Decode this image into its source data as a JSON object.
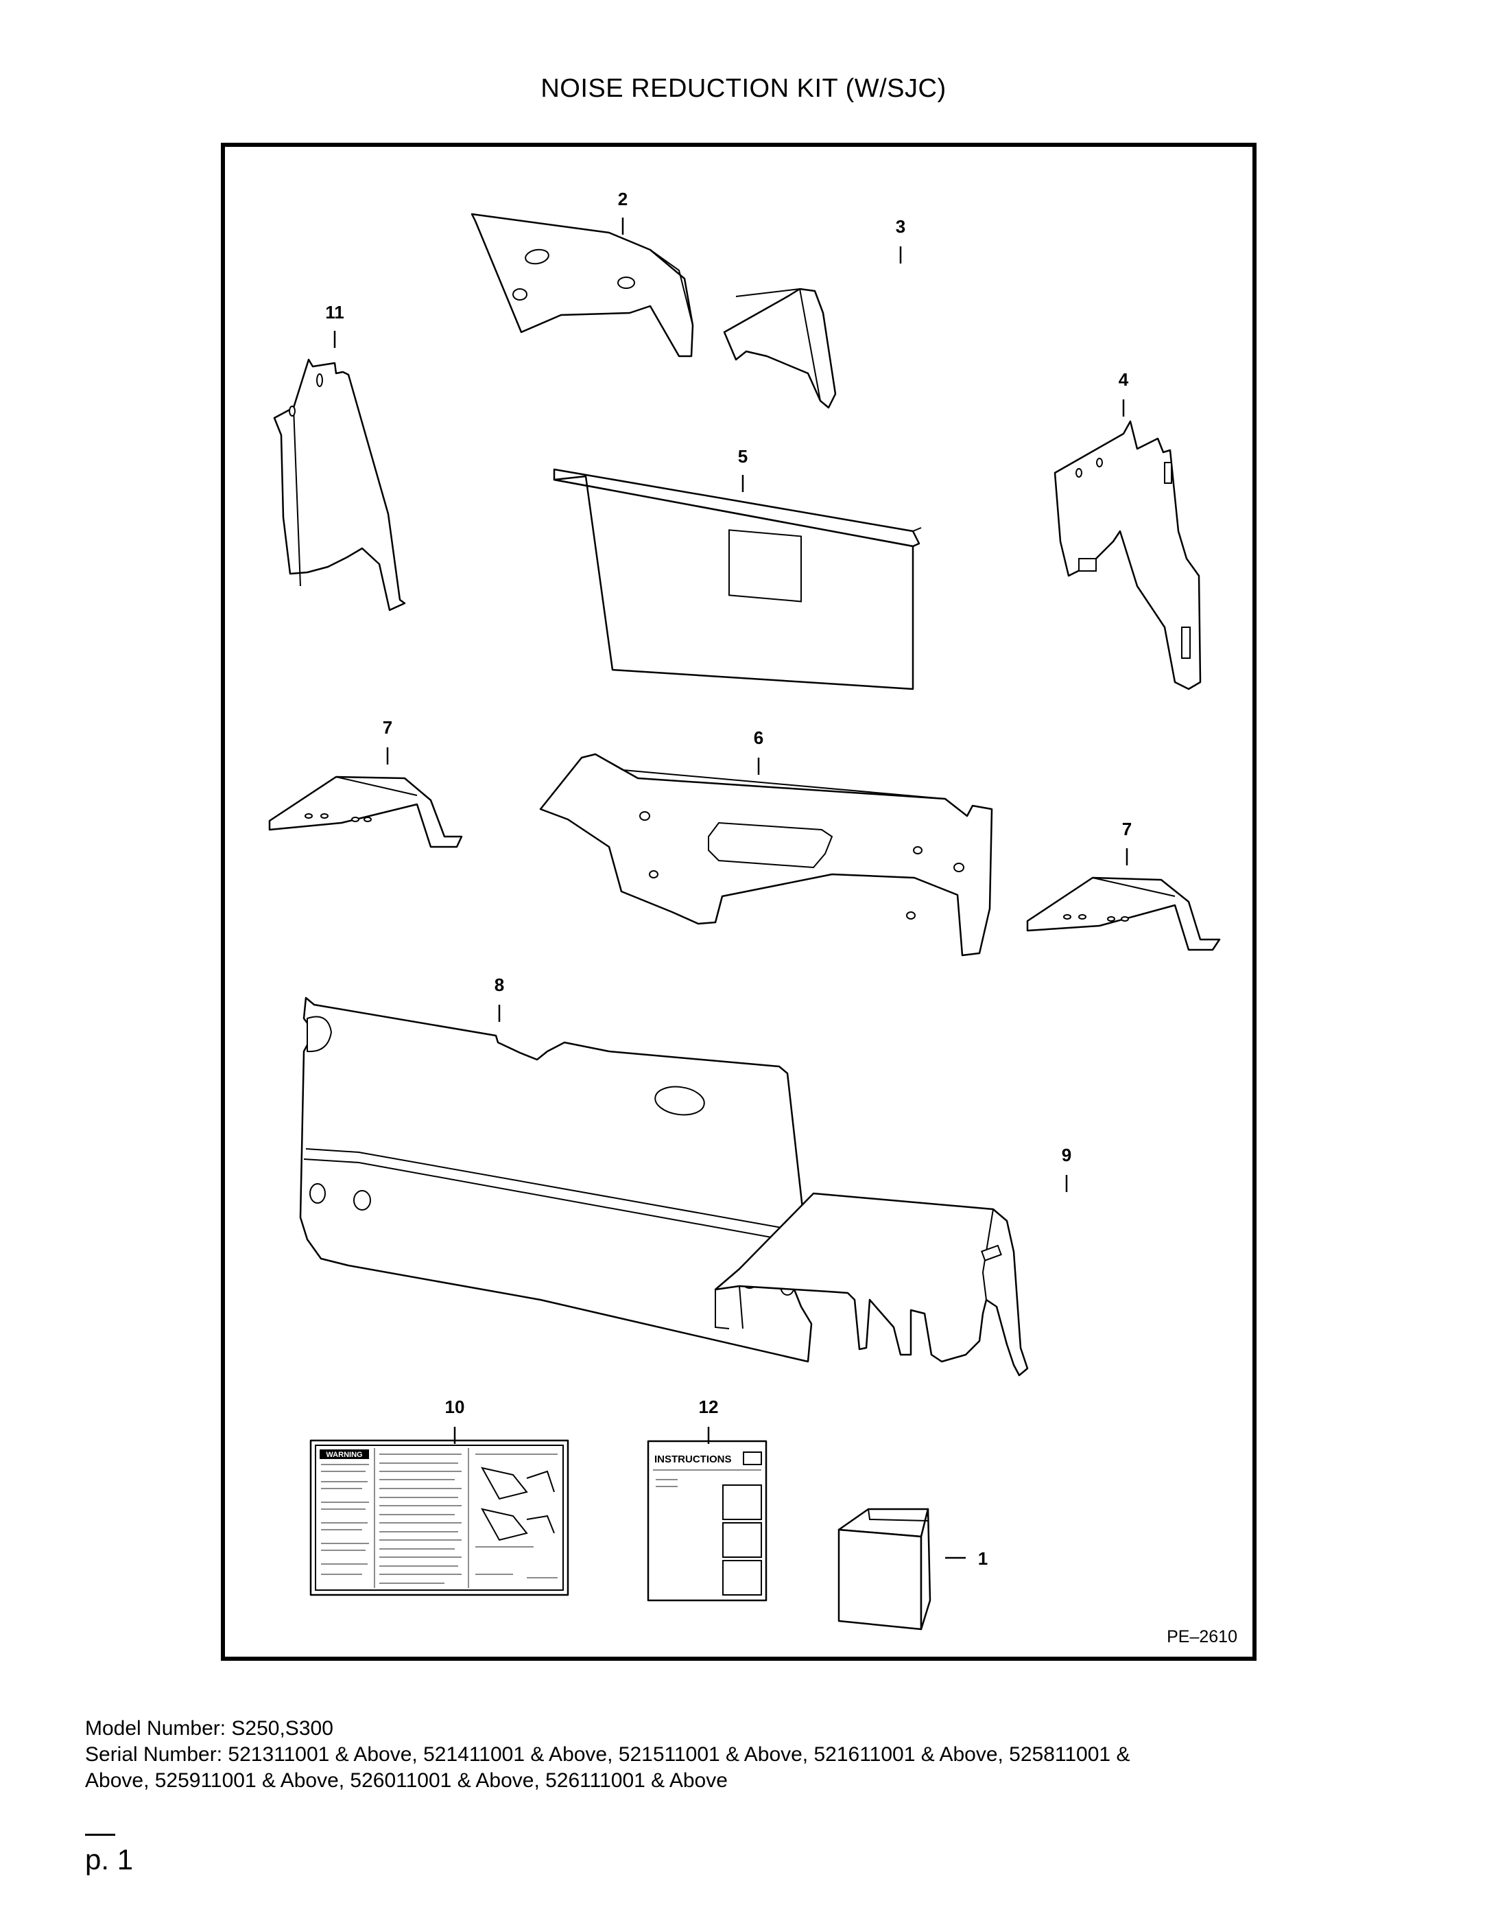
{
  "title": "NOISE REDUCTION KIT (W/SJC)",
  "reference_code": "PE–2610",
  "callouts": {
    "c1": "1",
    "c2": "2",
    "c3": "3",
    "c4": "4",
    "c5": "5",
    "c6": "6",
    "c7a": "7",
    "c7b": "7",
    "c8": "8",
    "c9": "9",
    "c10": "10",
    "c11": "11",
    "c12": "12"
  },
  "decal": {
    "warning": "WARNING",
    "instructions": "INSTRUCTIONS"
  },
  "footer": {
    "model": "Model Number: S250,S300",
    "serial_line1": "Serial Number: 521311001 & Above, 521411001 & Above, 521511001 & Above, 521611001 & Above, 525811001 &",
    "serial_line2": "Above, 525911001 & Above, 526011001 & Above, 526111001 & Above"
  },
  "page": "p. 1"
}
